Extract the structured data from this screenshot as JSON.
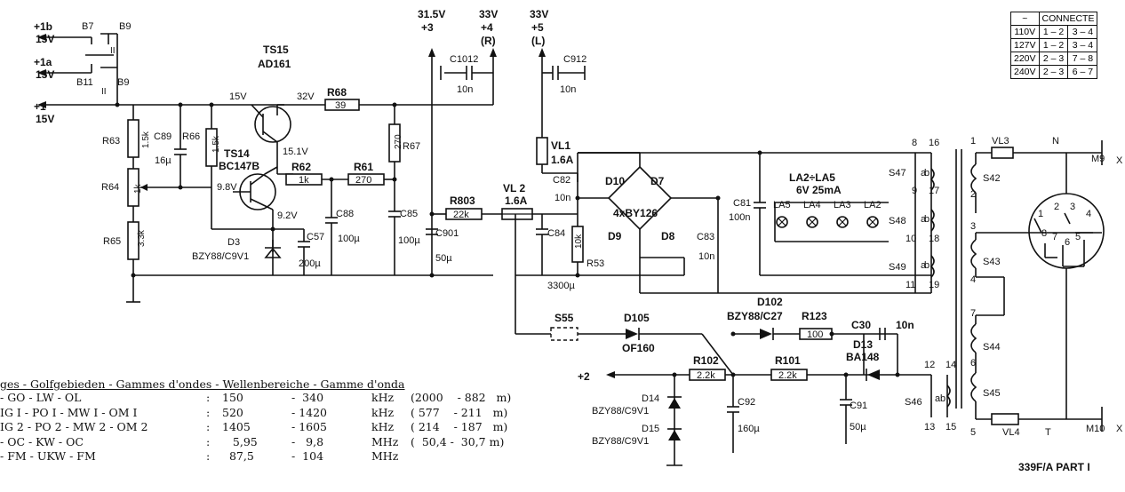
{
  "rails": {
    "in1b": "+1b",
    "in1b_v": "15V",
    "in1a": "+1a",
    "in1a_v": "15V",
    "in1": "+1",
    "in1_v": "15V",
    "out3_v": "31.5V",
    "out3": "+3",
    "out4_v": "33V",
    "out4": "+4",
    "out4_ch": "(R)",
    "out5_v": "33V",
    "out5": "+5",
    "out5_ch": "(L)",
    "in2": "+2"
  },
  "switches": {
    "b7": "B7",
    "b9a": "B9",
    "b11": "B11",
    "b9b": "B9",
    "pos2a": "II",
    "pos2b": "II"
  },
  "components": {
    "ts15": "TS15",
    "ts15_type": "AD161",
    "v15": "15V",
    "v32": "32V",
    "v151": "15.1V",
    "r68": "R68",
    "r68_val": "39",
    "ts14": "TS14",
    "ts14_type": "BC147B",
    "v98": "9.8V",
    "v92": "9.2V",
    "r62": "R62",
    "r62_val": "1k",
    "r61": "R61",
    "r61_val": "270",
    "r63": "R63",
    "r63_val": "1.5k",
    "r64": "R64",
    "r64_val": "1k",
    "r65": "R65",
    "r65_val": "3.3k",
    "c89": "C89",
    "c89_val": "16µ",
    "r66": "R66",
    "r66_val": "1.5k",
    "d3": "D3",
    "d3_type": "BZY88/C9V1",
    "c57": "C57",
    "c57_val": "200µ",
    "c88": "C88",
    "c88_val": "100µ",
    "c85": "C85",
    "c85_val": "100µ",
    "r67": "R67",
    "r67_val": "270",
    "c901": "C901",
    "c901_val": "50µ",
    "r803": "R803",
    "r803_val": "22k",
    "vl2": "VL 2",
    "vl2_val": "1.6A",
    "c1012": "C1012",
    "c1012_val": "10n",
    "c912": "C912",
    "c912_val": "10n",
    "vl1": "VL1",
    "vl1_val": "1.6A",
    "c82": "C82",
    "c82_val": "10n",
    "c84": "C84",
    "c84_val": "3300µ",
    "r53": "R53",
    "r53_val": "10k",
    "d10": "D10",
    "d7": "D7",
    "d9": "D9",
    "d8": "D8",
    "bridge_type": "4xBY126",
    "c83": "C83",
    "c83_val": "10n",
    "c81": "C81",
    "c81_val": "100n",
    "lamps_title": "LA2÷LA5",
    "lamps_spec": "6V 25mA",
    "la5": "LA5",
    "la4": "LA4",
    "la3": "LA3",
    "la2": "LA2",
    "s47": "S47",
    "s48": "S48",
    "s49": "S49",
    "s46": "S46",
    "sa": "a",
    "sb": "b",
    "n8": "8",
    "n9": "9",
    "n10": "10",
    "n11": "11",
    "n16": "16",
    "n17": "17",
    "n18": "18",
    "n19": "19",
    "n12": "12",
    "n13": "13",
    "n14": "14",
    "n15": "15",
    "s55": "S55",
    "d105": "D105",
    "d105_type": "OF160",
    "d102": "D102",
    "d102_type": "BZY88/C27",
    "r123": "R123",
    "r123_val": "100",
    "c30": "C30",
    "c30_val": "10n",
    "d13": "D13",
    "d13_type": "BA148",
    "r102": "R102",
    "r102_val": "2.2k",
    "r101": "R101",
    "r101_val": "2.2k",
    "d14": "D14",
    "d14_type": "BZY88/C9V1",
    "d15": "D15",
    "d15_type": "BZY88/C9V1",
    "c92": "C92",
    "c92_val": "160µ",
    "c91": "C91",
    "c91_val": "50µ"
  },
  "transformer": {
    "vl3": "VL3",
    "vl4": "VL4",
    "n": "N",
    "t": "T",
    "m9": "M9",
    "m10": "M10",
    "s42": "S42",
    "s43": "S43",
    "s44": "S44",
    "s45": "S45",
    "p1": "1",
    "p2": "2",
    "p3": "3",
    "p4": "4",
    "p5": "5",
    "p6": "6",
    "p7": "7",
    "k1": "1",
    "k2": "2",
    "k3": "3",
    "k4": "4",
    "k5": "5",
    "k6": "6",
    "k7": "7",
    "k8": "8",
    "x1": "X",
    "x2": "X"
  },
  "connect_table": {
    "symbol": "~",
    "header": "CONNECTE",
    "rows": [
      {
        "v": "110V",
        "a": "1 – 2",
        "b": "3 – 4"
      },
      {
        "v": "127V",
        "a": "1 – 2",
        "b": "3 – 4"
      },
      {
        "v": "220V",
        "a": "2 – 3",
        "b": "7 – 8"
      },
      {
        "v": "240V",
        "a": "2 – 3",
        "b": "6 – 7"
      }
    ]
  },
  "part_label": "339F/A  PART I",
  "band_table": {
    "title": "ges - Golfgebieden - Gammes d'ondes - Wellenbereiche - Gamme d'onda",
    "rows": [
      {
        "name": "- GO - LW - OL",
        "sep": ":",
        "from": "150",
        "to": "-  340",
        "unit": "kHz",
        "extra": "(2000    - 882   m)"
      },
      {
        "name": "IG I - PO I - MW I - OM I",
        "sep": ":",
        "from": "520",
        "to": "- 1420",
        "unit": "kHz",
        "extra": "( 577    - 211   m)"
      },
      {
        "name": "IG 2 - PO 2 - MW 2 - OM 2",
        "sep": ":",
        "from": "1405",
        "to": "- 1605",
        "unit": "kHz",
        "extra": "( 214    - 187   m)"
      },
      {
        "name": "- OC - KW - OC",
        "sep": ":",
        "from": "   5,95",
        "to": "-   9,8",
        "unit": "MHz",
        "extra": "(  50,4 -  30,7 m)"
      },
      {
        "name": "- FM - UKW - FM",
        "sep": ":",
        "from": "  87,5",
        "to": "-  104",
        "unit": "MHz",
        "extra": ""
      }
    ]
  }
}
